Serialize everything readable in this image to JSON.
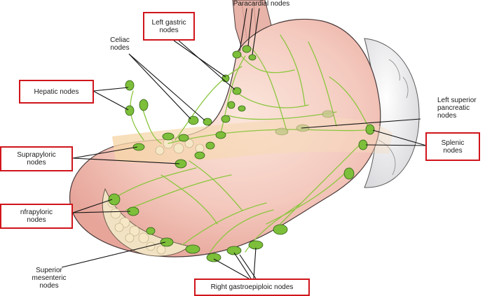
{
  "figure": {
    "labels": {
      "paracardial": [
        "Paracardial nodes"
      ],
      "left_gastric": [
        "Left gastric",
        "nodes"
      ],
      "celiac": [
        "Celiac",
        "nodes"
      ],
      "hepatic": [
        "Hepatic nodes"
      ],
      "left_superior_pancreatic": [
        "Left superior",
        "pancreatic",
        "nodes"
      ],
      "splenic": [
        "Splenic",
        "nodes"
      ],
      "suprapyloric": [
        "Suprapyloric",
        "nodes"
      ],
      "infrapyloric": [
        "nfrapyloric",
        "nodes"
      ],
      "superior_mesenteric": [
        "Superior",
        "mesenteric",
        "nodes"
      ],
      "right_gastroepiploic": [
        "Right gastroepiploic nodes"
      ]
    },
    "highlight_color": "#d0151b",
    "node_color": "#7dbf3a",
    "vessel_color": "#8cc63f",
    "stomach_color": "#f3c7bf"
  }
}
